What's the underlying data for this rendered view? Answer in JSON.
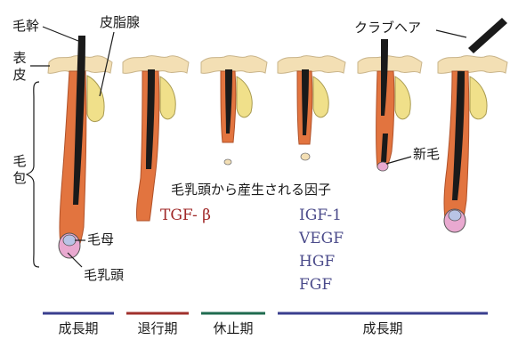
{
  "labels": {
    "hair_shaft": "毛幹",
    "sebaceous_gland": "皮脂腺",
    "epidermis": "表皮",
    "follicle": "毛包",
    "hair_matrix": "毛母",
    "dermal_papilla": "毛乳頭",
    "club_hair": "クラブヘア",
    "new_hair": "新毛"
  },
  "factors": {
    "title": "毛乳頭から産生される因子",
    "regression": "TGF- β",
    "growth": [
      "IGF-1",
      "VEGF",
      "HGF",
      "FGF"
    ]
  },
  "phases": [
    {
      "label": "成長期",
      "color": "#3a3f8f"
    },
    {
      "label": "退行期",
      "color": "#a0302c"
    },
    {
      "label": "休止期",
      "color": "#1f6b4f"
    },
    {
      "label": "成長期",
      "color": "#3a3f8f"
    }
  ],
  "colors": {
    "skin": "#f3dfb4",
    "gland": "#f0e08a",
    "follicle": "#e2743f",
    "hair": "#1a1a1a",
    "papilla": "#e9a9d0",
    "tgf": "#a02828",
    "growth_factor": "#4a4a8a"
  }
}
